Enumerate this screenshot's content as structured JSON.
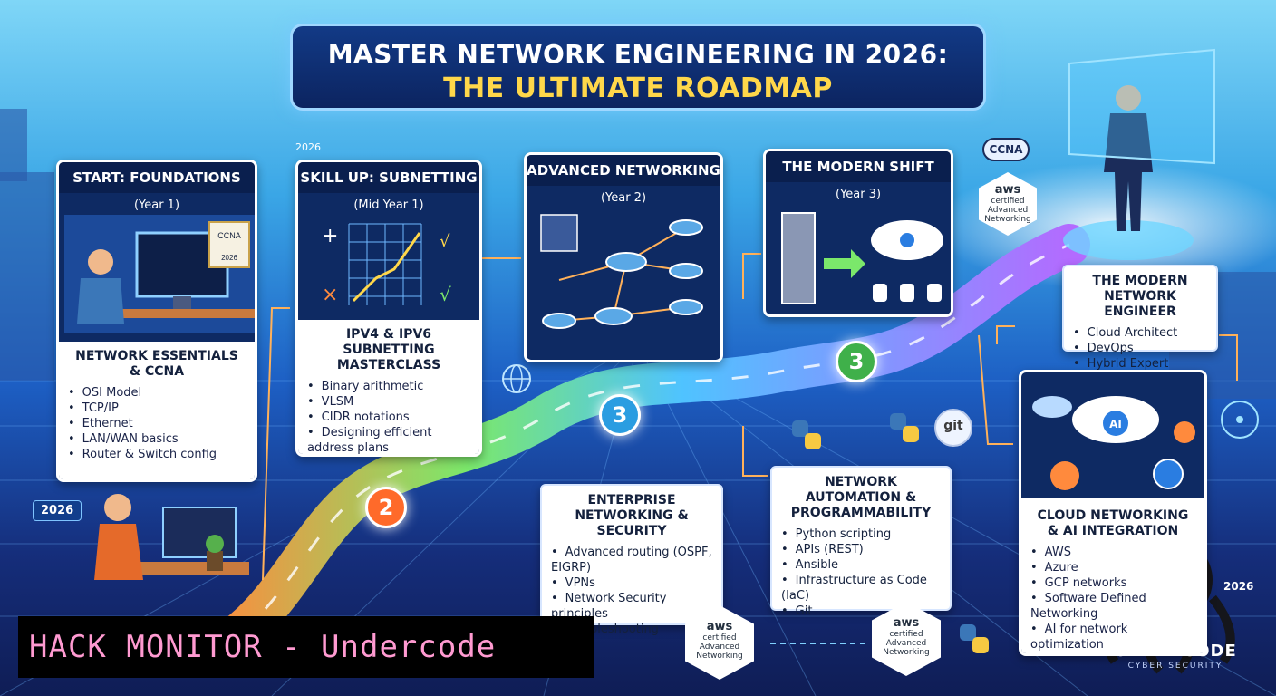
{
  "title": {
    "line1": "MASTER NETWORK ENGINEERING IN 2026:",
    "line2": "THE ULTIMATE ROADMAP"
  },
  "stages": {
    "foundations": {
      "header": "START: FOUNDATIONS",
      "year": "(Year 1)",
      "heading": "NETWORK ESSENTIALS & CCNA",
      "items": [
        "OSI Model",
        "TCP/IP",
        "Ethernet",
        "LAN/WAN basics",
        "Router & Switch config"
      ],
      "cert": "CCNA",
      "cert_year": "2026"
    },
    "subnetting": {
      "header": "SKILL UP: SUBNETTING",
      "year": "(Mid Year 1)",
      "heading": "IPV4 & IPV6 SUBNETTING MASTERCLASS",
      "items": [
        "Binary arithmetic",
        "VLSM",
        "CIDR notations",
        "Designing efficient address plans"
      ]
    },
    "advanced": {
      "header": "ADVANCED NETWORKING",
      "year": "(Year 2)"
    },
    "modern_shift": {
      "header": "THE MODERN SHIFT",
      "year": "(Year 3)"
    },
    "enterprise": {
      "heading": "ENTERPRISE NETWORKING & SECURITY",
      "items": [
        "Advanced routing (OSPF, EIGRP)",
        "VPNs",
        "Network Security principles",
        "Troubleshooting"
      ]
    },
    "automation": {
      "heading": "NETWORK AUTOMATION & PROGRAMMABILITY",
      "items": [
        "Python scripting",
        "APIs (REST)",
        "Ansible",
        "Infrastructure as Code (IaC)",
        "Git"
      ]
    },
    "engineer": {
      "heading": "THE MODERN NETWORK ENGINEER",
      "items": [
        "Cloud Architect",
        "DevOps",
        "Hybrid Expert"
      ]
    },
    "cloud": {
      "heading": "CLOUD NETWORKING & AI INTEGRATION",
      "items": [
        "AWS",
        "Azure",
        "GCP networks",
        "Software Defined Networking",
        "AI for network optimization"
      ]
    }
  },
  "milestones": [
    "2",
    "3",
    "3"
  ],
  "badges": {
    "aws_word": "aws",
    "aws_certified": "certified",
    "aws_specialty": "Advanced Networking",
    "ccna_small": "CCNA",
    "git": "git",
    "ai": "AI"
  },
  "tags": {
    "year_a": "2026",
    "year_b": "2026",
    "year_c": "2026"
  },
  "watermark": "HACK MONITOR - Undercode",
  "logo_text": "UNDERCODE",
  "logo_sub": "CYBER SECURITY",
  "colors": {
    "path_start": "#ff8a3d",
    "path_mid": "#7be86b",
    "path_blue": "#4fc3ff",
    "path_end": "#b36bff",
    "accent_gold": "#ffd74a",
    "card_dark": "#0e2a63"
  }
}
